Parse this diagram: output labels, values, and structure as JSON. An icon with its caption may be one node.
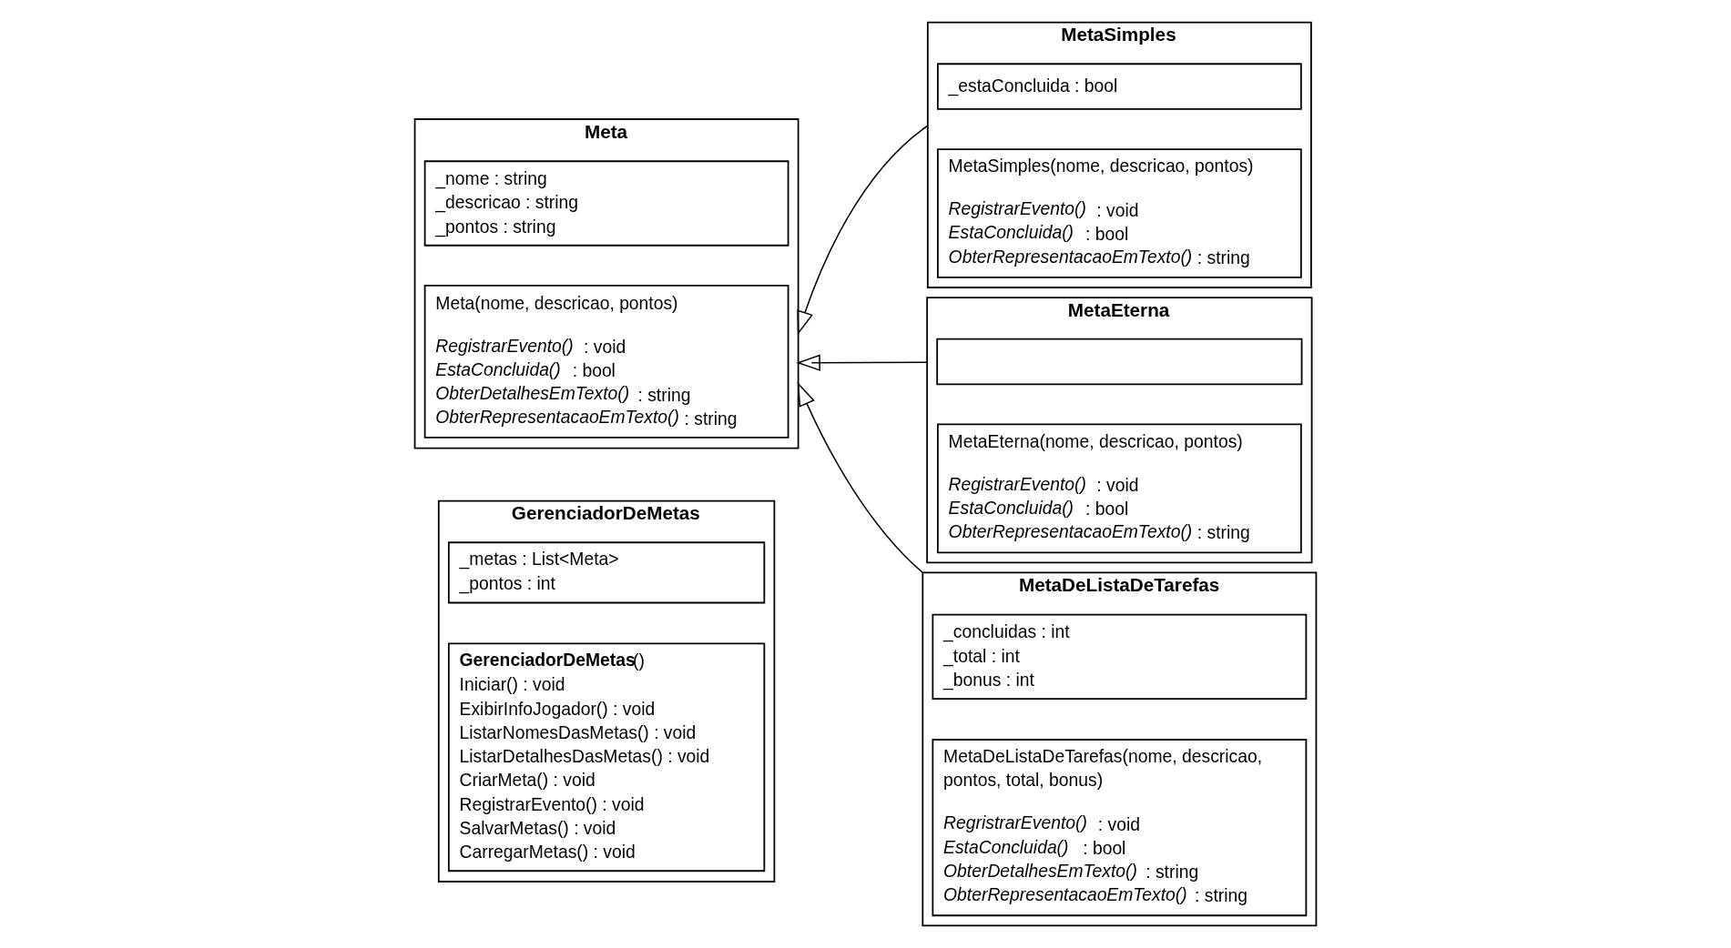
{
  "diagram": {
    "nodes": [
      {
        "text": [
          "GerenciadorDeMetas"
        ]
      },
      {
        "text": [
          "_metas : List<Meta>",
          "_pontos : int"
        ],
        "in": 0
      },
      {
        "text": [
          "**GerenciadorDeMetas**()",
          "Iniciar() : void",
          "ExibirInfoJogador() : void",
          "ListarNomesDasMetas() : void",
          "ListarDetalhesDasMetas() : void",
          "CriarMeta() : void",
          "RegistrarEvento() : void",
          "SalvarMetas() : void",
          "CarregarMetas() : void"
        ],
        "in": 0
      },
      {
        "text": [
          "Meta"
        ]
      },
      {
        "text": [
          "_nome : string",
          "_descricao : string",
          "_pontos : string"
        ],
        "in": 3
      },
      {
        "text": [
          "Meta(nome, descricao, pontos)",
          "*RegistrarEvento()* : void",
          "*EstaConcluida()* : bool",
          "*ObterDetalhesEmTexto()* : string",
          "*ObterRepresentacaoEmTexto()* : string"
        ],
        "in": 3
      },
      {
        "text": [
          "MetaSimples"
        ]
      },
      {
        "text": [
          "_estaConcluida : bool"
        ],
        "in": 6
      },
      {
        "text": [
          "MetaSimples(nome, descricao, pontos)",
          "*RegistrarEvento()* : void",
          "*EstaConcluida()* : bool",
          "*ObterRepresentacaoEmTexto()* : string"
        ],
        "in": 6
      },
      {
        "text": [
          "MetaEterna"
        ]
      },
      {
        "text": [],
        "shape": "box",
        "in": 9
      },
      {
        "text": [
          "MetaEterna(nome, descricao, pontos)",
          "*RegistrarEvento()* : void",
          "*EstaConcluida()* : bool",
          "*ObterRepresentacaoEmTexto()* : string"
        ],
        "in": 9
      },
      {
        "text": [
          "MetaDeListaDeTarefas"
        ]
      },
      {
        "text": [
          "_concluidas : int",
          "_total : int",
          "_bonus : int"
        ],
        "in": 12
      },
      {
        "text": [
          "MetaDeListaDeTarefas(nome, descricao, pontos, total, bonus)",
          "*RegristrarEvento()* : void",
          "*EstaConcluida()* : bool",
          "*ObterDetalhesEmTexto()* : string",
          "*ObterRepresentacaoEmTexto()* : string"
        ],
        "in": 12
      }
    ],
    "edges": [
      {
        "from": 6,
        "to": 3,
        "arrow": "to"
      },
      {
        "from": 9,
        "to": 3,
        "arrow": "to"
      },
      {
        "from": 12,
        "to": 3,
        "arrow": "to"
      }
    ]
  }
}
